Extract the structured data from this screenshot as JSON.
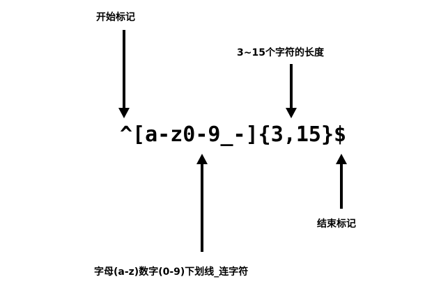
{
  "diagram": {
    "regex": "^[a-z0-9_-]{3,15}$",
    "labels": {
      "start": "开始标记",
      "length": "3~15个字符的长度",
      "charset": "字母(a-z)数字(0-9)下划线_连字符",
      "end": "结束标记"
    },
    "colors": {
      "background": "#ffffff",
      "foreground": "#000000"
    },
    "arrows": [
      {
        "target": "^",
        "direction": "down",
        "from_label": "start"
      },
      {
        "target": "{3,15}",
        "direction": "down",
        "from_label": "length"
      },
      {
        "target": "[a-z0-9_-]",
        "direction": "up",
        "from_label": "charset"
      },
      {
        "target": "$",
        "direction": "up",
        "from_label": "end"
      }
    ]
  }
}
